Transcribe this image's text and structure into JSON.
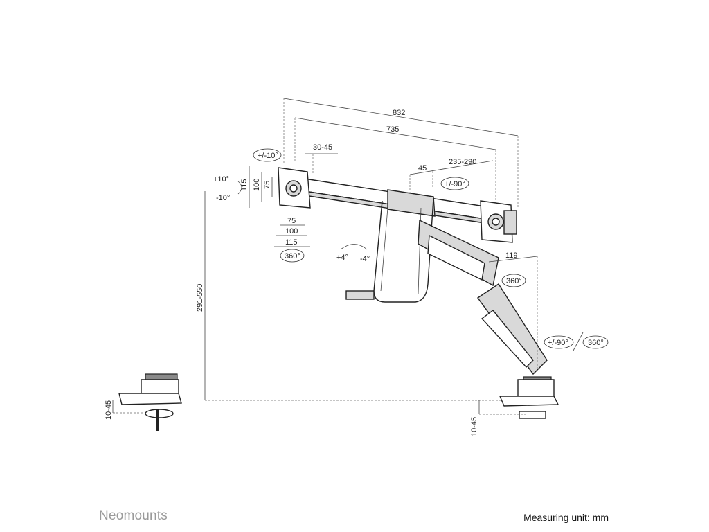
{
  "brand": "Neomounts",
  "measuring_unit": "Measuring unit: mm",
  "dimensions": {
    "total_width": "832",
    "bar_width": "735",
    "offset_top": "30-45",
    "offset_45": "45",
    "range_235_290": "235-290",
    "tilt_up": "+10°",
    "tilt_down": "-10°",
    "rotate_small": "+/-10°",
    "rotate_90_top": "+/-90°",
    "vesa_h_115": "115",
    "vesa_h_75": "75",
    "vesa_h_100": "100",
    "vesa_w_75": "75",
    "vesa_w_100": "100",
    "vesa_w_115": "115",
    "spin_360_left": "360°",
    "pan_plus": "+4°",
    "pan_minus": "-4°",
    "reach_119": "119",
    "spin_360_arm": "360°",
    "rotate_90_base": "+/-90°",
    "spin_360_base": "360°",
    "height_range": "291-550",
    "clamp_left": "10-45",
    "clamp_right": "10-45"
  }
}
